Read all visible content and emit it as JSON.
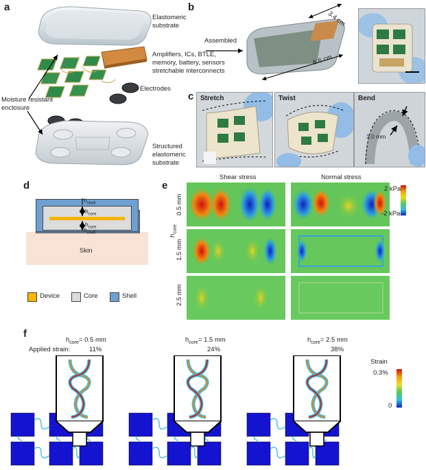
{
  "panel_labels": {
    "a": "a",
    "b": "b",
    "c": "c",
    "d": "d",
    "e": "e",
    "f": "f"
  },
  "panel_a": {
    "elastomeric_substrate": "Elastomeric\nsubstrate",
    "components": "Amplifiers, ICs, BTLE,\nmemory, battery, sensors\nstretchable interconnects",
    "electrodes": "Electrodes",
    "enclosure": "Moisture resistant\nenclosure",
    "structured_substrate": "Structured\nelastomeric\nsubstrate"
  },
  "panel_b": {
    "assembled": "Assembled",
    "width": "3.4 cm",
    "length": "6.6 cm"
  },
  "panel_c": {
    "stretch": "Stretch",
    "twist": "Twist",
    "bend": "Bend",
    "bend_radius": "3.0 mm"
  },
  "panel_d": {
    "h": "h",
    "shell_sub": "shell",
    "core_sub": "core",
    "skin": "Skin",
    "legend": [
      "Device",
      "Core",
      "Shell"
    ],
    "colors": {
      "device": "#f5b400",
      "core": "#dcdcdc",
      "shell": "#6f9fd2",
      "skin": "#f8e3d6"
    }
  },
  "panel_e": {
    "shear": "Shear stress",
    "normal": "Normal stress",
    "h": "h",
    "h_sub": "core",
    "rows": [
      "0.5 mm",
      "1.5 mm",
      "2.5 mm"
    ],
    "colorbar_max": "2 kPa",
    "colorbar_min": "-2 kPa"
  },
  "panel_f": {
    "applied_strain_label": "Applied strain:",
    "h": "h",
    "h_sub": "core",
    "cases": [
      {
        "hcore": "= 0.5 mm",
        "strain": "11%"
      },
      {
        "hcore": "= 1.5 mm",
        "strain": "24%"
      },
      {
        "hcore": "= 2.5 mm",
        "strain": "38%"
      }
    ],
    "colorbar_title": "Strain",
    "colorbar_max": "0.3%",
    "colorbar_min": "0"
  }
}
